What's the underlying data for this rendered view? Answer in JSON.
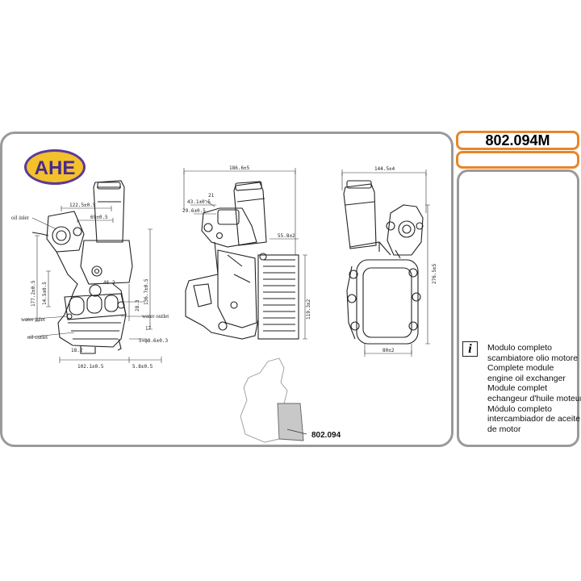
{
  "brand": {
    "logo_text": "AHE"
  },
  "part_number": "802.094M",
  "secondary_code": "",
  "description_lines": [
    "Modulo completo",
    "scambiatore olio motore",
    "Complete module",
    "engine oil exchanger",
    "Module complet",
    "echangeur d'huile moteur",
    "Módulo completo",
    "intercambiador de aceite",
    "de motor"
  ],
  "location_reference": "802.094",
  "labels": {
    "oil_inlet": "oil inlet",
    "water_inlet": "water inlet",
    "oil_outlet": "oil outlet",
    "water_outlet": "water outlet",
    "num_17": "17"
  },
  "dimensions": {
    "d_122": "122.5±0.5",
    "d_69": "69±0.5",
    "d_177": "177.2±0.5",
    "d_14": "14.5±0.5",
    "d_136": "136.7±0.5",
    "d_46": "46.2",
    "d_28": "28.3",
    "d_18": "18.2",
    "d_5": "5✕φ8.6±0.3",
    "d_102": "102.1±0.5",
    "d_58": "5.8±0.5",
    "d_186": "186.6±5",
    "d_43": "43.1±0.5",
    "d_29": "29.6±0.5",
    "d_55": "55.8±2",
    "d_119": "119.3±2",
    "d_21": "21",
    "d_144": "144.5±4",
    "d_276": "276.5±5",
    "d_80": "80±2"
  }
}
